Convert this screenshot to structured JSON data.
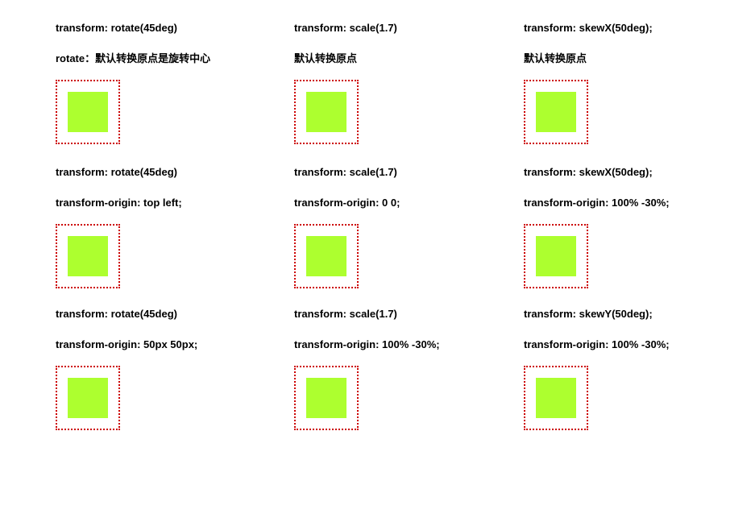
{
  "colors": {
    "frame_border": "#cc0000",
    "box_fill": "#adff2f",
    "background": "#ffffff"
  },
  "cells": [
    {
      "line1": "transform: rotate(45deg)",
      "line2": "rotate：默认转换原点是旋转中心"
    },
    {
      "line1": "transform: scale(1.7)",
      "line2": "默认转换原点"
    },
    {
      "line1": "transform: skewX(50deg);",
      "line2": "默认转换原点"
    },
    {
      "line1": "transform: rotate(45deg)",
      "line2": "transform-origin: top left;"
    },
    {
      "line1": "transform: scale(1.7)",
      "line2": "transform-origin: 0 0;"
    },
    {
      "line1": "transform: skewX(50deg);",
      "line2": "transform-origin: 100% -30%;"
    },
    {
      "line1": "transform: rotate(45deg)",
      "line2": "transform-origin: 50px 50px;"
    },
    {
      "line1": "transform: scale(1.7)",
      "line2": "transform-origin: 100% -30%;"
    },
    {
      "line1": "transform: skewY(50deg);",
      "line2": "transform-origin: 100% -30%;"
    }
  ]
}
